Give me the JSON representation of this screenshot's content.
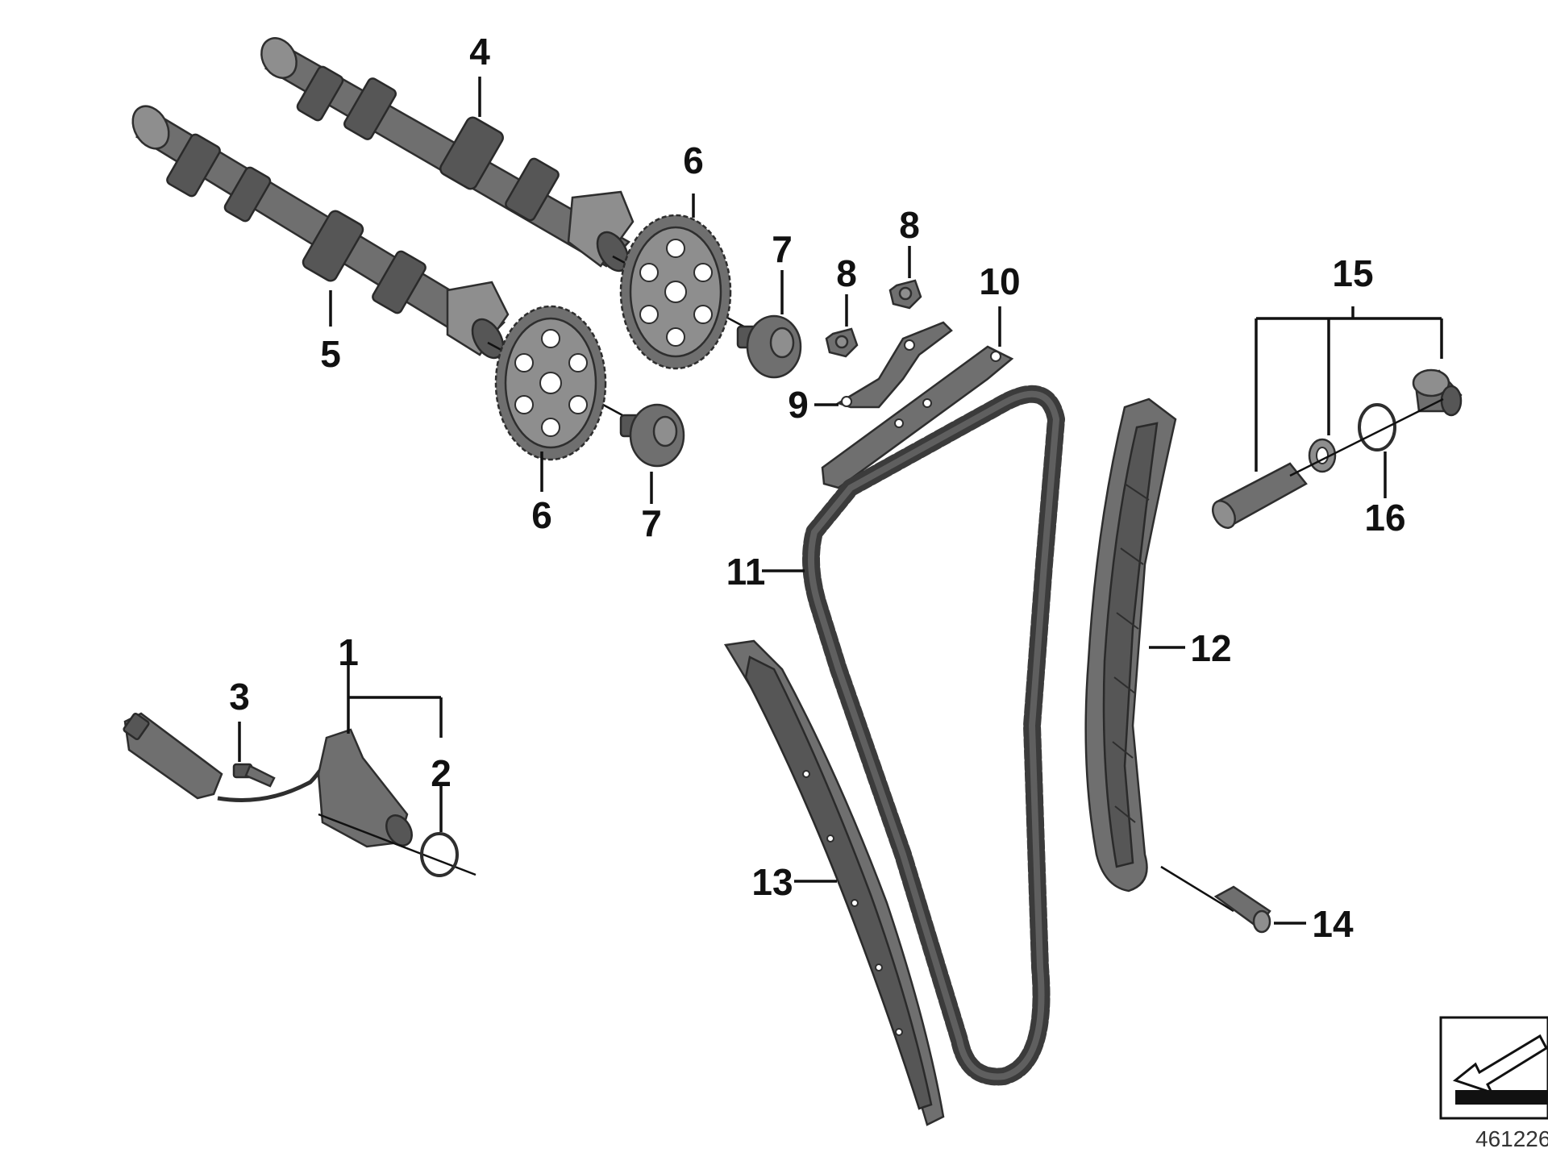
{
  "callouts": {
    "c1": "1",
    "c2": "2",
    "c3": "3",
    "c4": "4",
    "c5": "5",
    "c6a": "6",
    "c6b": "6",
    "c7a": "7",
    "c7b": "7",
    "c8a": "8",
    "c8b": "8",
    "c9": "9",
    "c10": "10",
    "c11": "11",
    "c12": "12",
    "c13": "13",
    "c14": "14",
    "c15": "15",
    "c16": "16"
  },
  "drawing_number": "461226",
  "parts": {
    "p1": "camshaft-sensor-assembly",
    "p2": "o-ring",
    "p3": "bolt",
    "p4": "intake-camshaft",
    "p5": "exhaust-camshaft",
    "p6": "sprocket",
    "p7": "sprocket-bolt",
    "p8": "nut",
    "p9": "chain-guide-bracket",
    "p10": "upper-chain-guide",
    "p11": "timing-chain",
    "p12": "tensioner-rail",
    "p13": "guide-rail",
    "p14": "pivot-pin",
    "p15": "chain-tensioner-set",
    "p16": "seal-ring"
  },
  "icons": {
    "orientation": "direction-arrow-icon"
  }
}
